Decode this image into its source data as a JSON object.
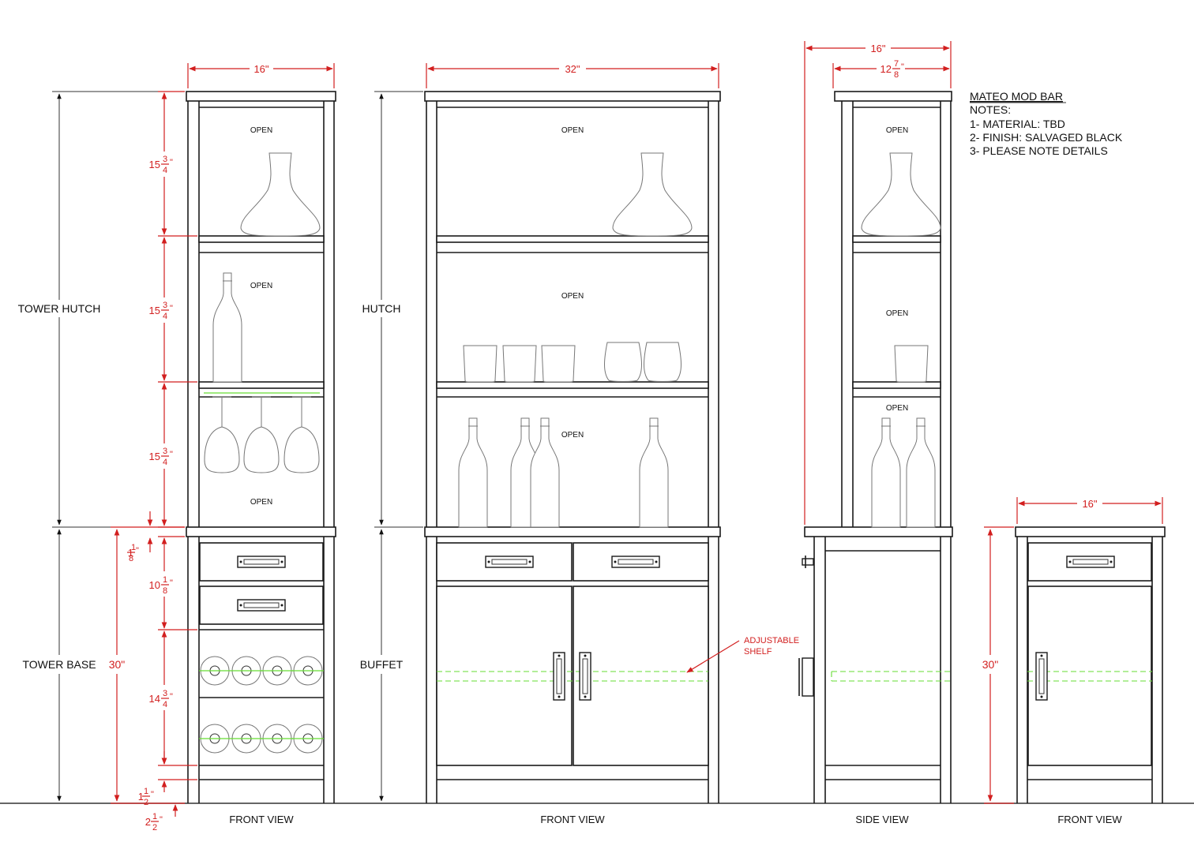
{
  "notes": {
    "title": "MATEO MOD BAR",
    "heading": "NOTES:",
    "lines": [
      "1- MATERIAL: TBD",
      "2- FINISH: SALVAGED BLACK",
      "3- PLEASE NOTE DETAILS"
    ]
  },
  "section_labels": {
    "tower_hutch": "TOWER HUTCH",
    "tower_base": "TOWER BASE",
    "hutch": "HUTCH",
    "buffet": "BUFFET"
  },
  "view_labels": {
    "tower_front": "FRONT VIEW",
    "buffet_front": "FRONT VIEW",
    "side": "SIDE VIEW",
    "base_front": "FRONT VIEW"
  },
  "open_label": "OPEN",
  "annotation": {
    "line1": "ADJUSTABLE",
    "line2": "SHELF"
  },
  "dimensions": {
    "tower_width": "16\"",
    "buffet_width": "32\"",
    "side_depth": "16\"",
    "side_inner_whole": "12",
    "side_inner_num": "7",
    "side_inner_den": "8",
    "base_width": "16\"",
    "tower_base_height": "30\"",
    "base_height": "30\"",
    "shelf1_whole": "15",
    "shelf1_num": "3",
    "shelf1_den": "4",
    "shelf2_whole": "15",
    "shelf2_num": "3",
    "shelf2_den": "4",
    "shelf3_whole": "15",
    "shelf3_num": "3",
    "shelf3_den": "4",
    "top_gap_whole": "1",
    "top_gap_num": "1",
    "top_gap_den": "8",
    "drawer_whole": "10",
    "drawer_num": "1",
    "drawer_den": "8",
    "wine_whole": "14",
    "wine_num": "3",
    "wine_den": "4",
    "bottom_gap_whole": "1",
    "bottom_gap_num": "1",
    "bottom_gap_den": "2",
    "toe_whole": "2",
    "toe_num": "1",
    "toe_den": "2",
    "inch_mark": "\""
  },
  "colors": {
    "dimension": "#d21f1f",
    "outline": "#1a1a1a",
    "adjustable_shelf": "#66dd33"
  }
}
